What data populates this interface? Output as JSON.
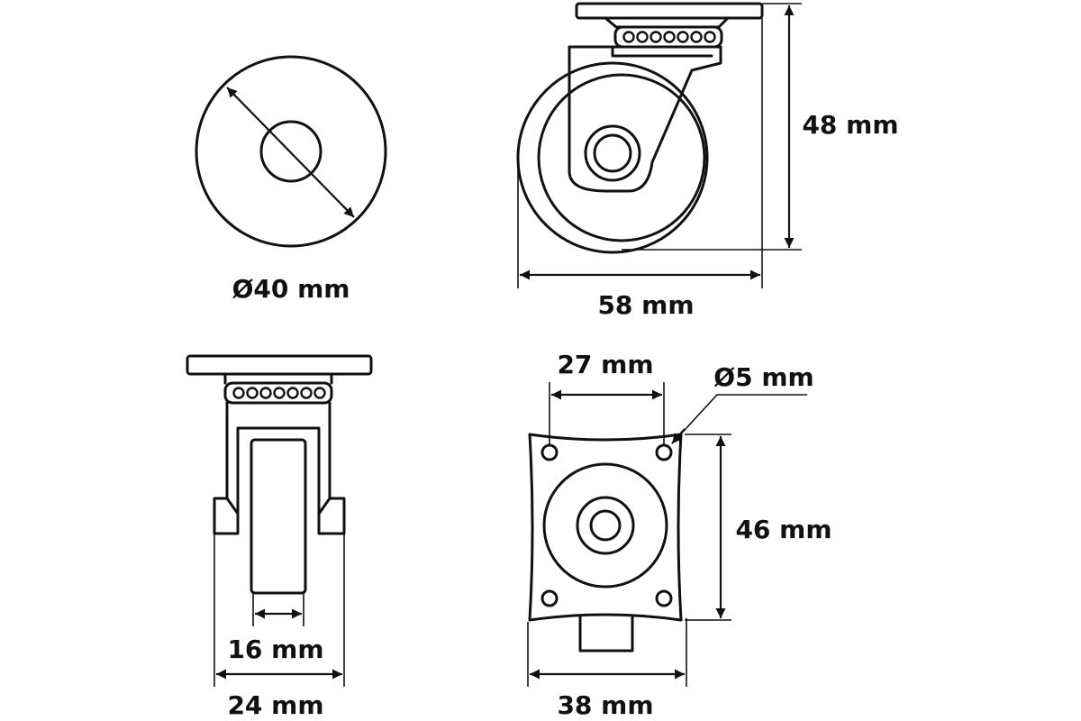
{
  "labels": {
    "wheel_diameter": "Ø40 mm",
    "total_height": "48 mm",
    "total_length": "58 mm",
    "hole_spacing": "27 mm",
    "hole_diameter": "Ø5 mm",
    "plate_depth": "46 mm",
    "wheel_width": "16 mm",
    "bracket_width": "24 mm",
    "plate_width": "38 mm"
  },
  "colors": {
    "stroke": "#111111",
    "background": "#ffffff"
  }
}
